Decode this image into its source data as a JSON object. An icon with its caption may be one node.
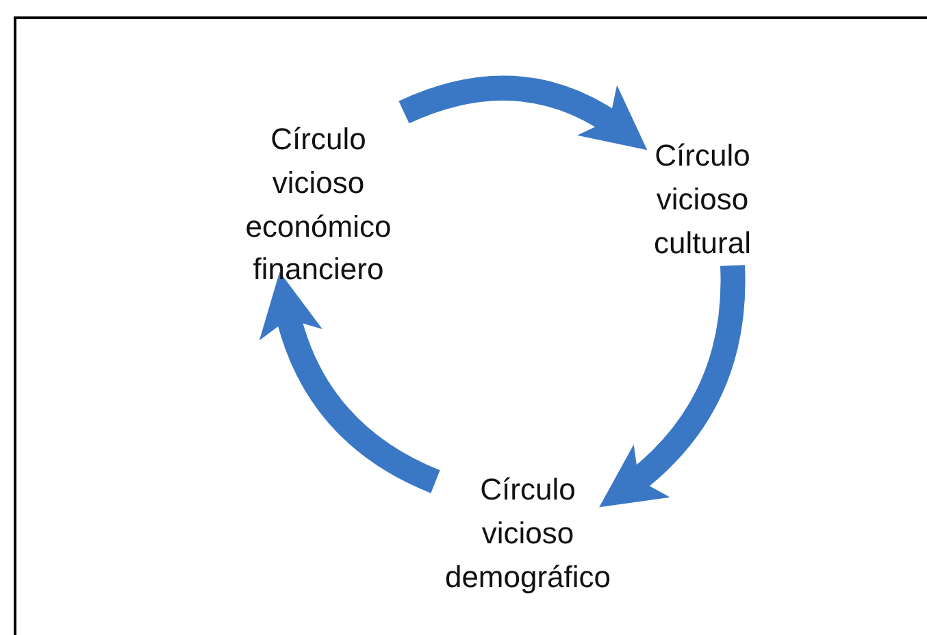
{
  "diagram": {
    "nodes": [
      {
        "text": [
          "Círculo vicioso económico financiero"
        ]
      },
      {
        "text": [
          "Círculo vicioso cultural"
        ]
      },
      {
        "text": [
          "Círculo vicioso demográfico"
        ]
      }
    ],
    "edges": [
      {
        "from": 0,
        "to": 1,
        "arrow": "to"
      },
      {
        "from": 1,
        "to": 2,
        "arrow": "to"
      },
      {
        "from": 2,
        "to": 0,
        "arrow": "to"
      }
    ]
  }
}
